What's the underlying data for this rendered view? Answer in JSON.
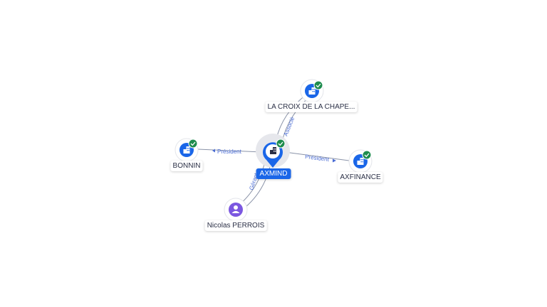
{
  "colors": {
    "company": "#1a66e8",
    "person": "#7b57e0",
    "verified": "#1e8c4e",
    "edge": "#8a93a8",
    "edge_label": "#4a6cd4"
  },
  "nodes": {
    "center": {
      "label": "AXMIND",
      "icon": "building-icon",
      "verified": true
    },
    "top": {
      "label": "LA CROIX DE LA CHAPE...",
      "icon": "building-icon",
      "verified": true
    },
    "left": {
      "label": "BONNIN",
      "icon": "building-icon",
      "verified": true
    },
    "right": {
      "label": "AXFINANCE",
      "icon": "building-icon",
      "verified": true
    },
    "bottom": {
      "label": "Nicolas PERROIS",
      "icon": "person-icon",
      "verified": false
    }
  },
  "edges": {
    "left": "Président",
    "right": "Président",
    "top": "Associé",
    "bottom": "Gérant"
  }
}
